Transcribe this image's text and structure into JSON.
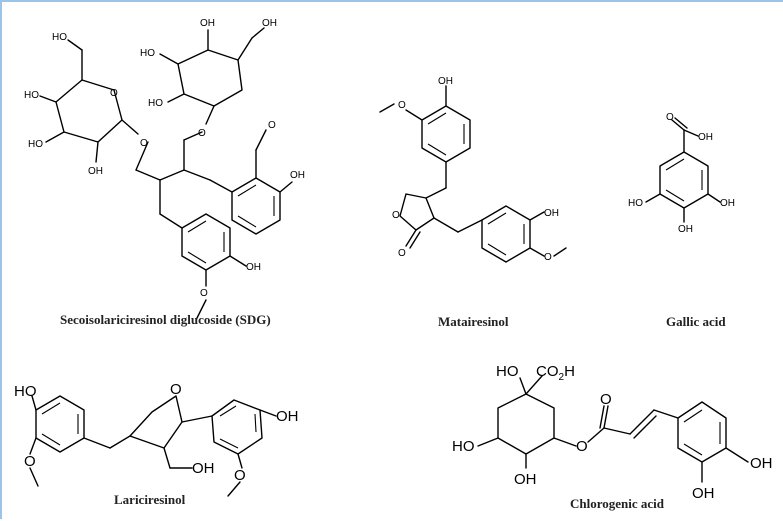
{
  "compounds": [
    {
      "id": "sdg",
      "name": "Secoisolariciresinol diglucoside (SDG)"
    },
    {
      "id": "matairesinol",
      "name": "Matairesinol"
    },
    {
      "id": "gallic",
      "name": "Gallic acid"
    },
    {
      "id": "lariciresinol",
      "name": "Lariciresinol"
    },
    {
      "id": "chlorogenic",
      "name": "Chlorogenic acid"
    }
  ],
  "atom_labels": {
    "oh": "OH",
    "ho": "HO",
    "o": "O",
    "co2h_main": "CO",
    "co2h_sub": "2",
    "co2h_tail": "H"
  }
}
